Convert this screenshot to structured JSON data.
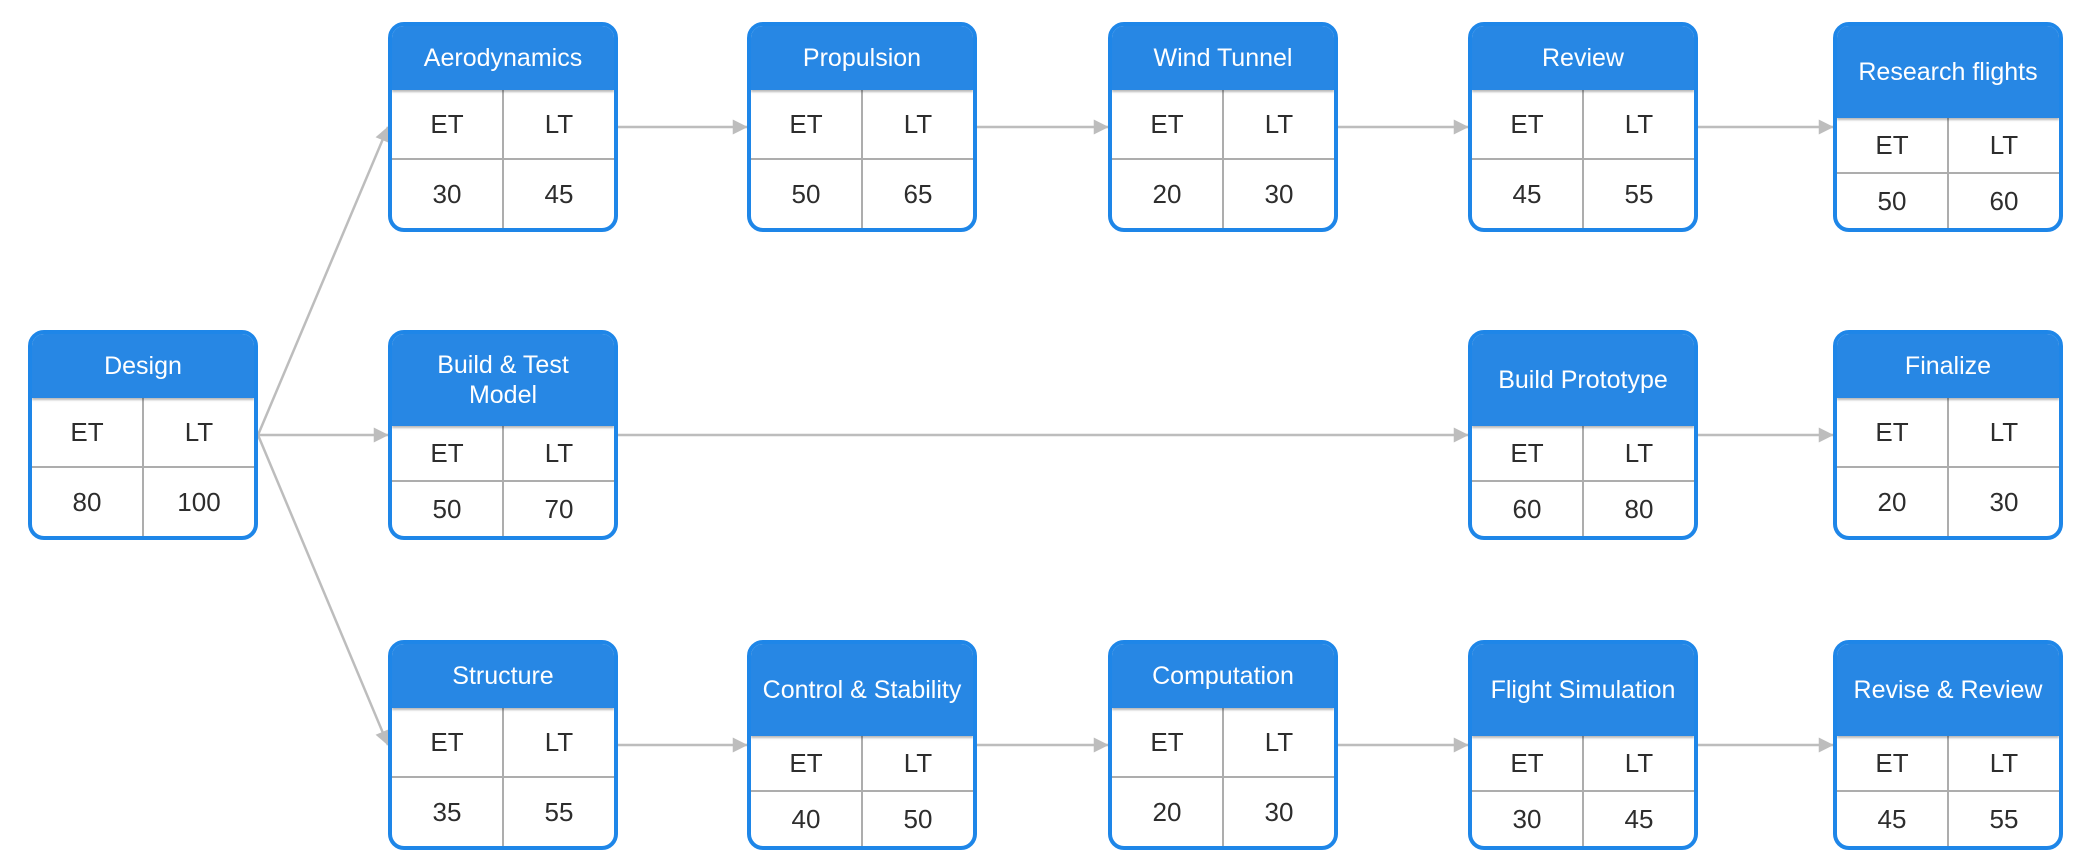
{
  "diagram": {
    "type": "pert-chart",
    "cell_headers": {
      "et": "ET",
      "lt": "LT"
    },
    "nodes": [
      {
        "id": "design",
        "title": "Design",
        "et": "80",
        "lt": "100"
      },
      {
        "id": "aerodynamics",
        "title": "Aerodynamics",
        "et": "30",
        "lt": "45"
      },
      {
        "id": "propulsion",
        "title": "Propulsion",
        "et": "50",
        "lt": "65"
      },
      {
        "id": "wind-tunnel",
        "title": "Wind Tunnel",
        "et": "20",
        "lt": "30"
      },
      {
        "id": "review",
        "title": "Review",
        "et": "45",
        "lt": "55"
      },
      {
        "id": "research-flights",
        "title": "Research flights",
        "et": "50",
        "lt": "60"
      },
      {
        "id": "build-test-model",
        "title": "Build & Test Model",
        "et": "50",
        "lt": "70"
      },
      {
        "id": "build-prototype",
        "title": "Build Prototype",
        "et": "60",
        "lt": "80"
      },
      {
        "id": "finalize",
        "title": "Finalize",
        "et": "20",
        "lt": "30"
      },
      {
        "id": "structure",
        "title": "Structure",
        "et": "35",
        "lt": "55"
      },
      {
        "id": "control-stability",
        "title": "Control & Stability",
        "et": "40",
        "lt": "50"
      },
      {
        "id": "computation",
        "title": "Computation",
        "et": "20",
        "lt": "30"
      },
      {
        "id": "flight-simulation",
        "title": "Flight Simulation",
        "et": "30",
        "lt": "45"
      },
      {
        "id": "revise-review",
        "title": "Revise & Review",
        "et": "45",
        "lt": "55"
      }
    ],
    "edges": [
      {
        "from": "design",
        "to": "aerodynamics"
      },
      {
        "from": "design",
        "to": "build-test-model"
      },
      {
        "from": "design",
        "to": "structure"
      },
      {
        "from": "aerodynamics",
        "to": "propulsion"
      },
      {
        "from": "propulsion",
        "to": "wind-tunnel"
      },
      {
        "from": "wind-tunnel",
        "to": "review"
      },
      {
        "from": "review",
        "to": "research-flights"
      },
      {
        "from": "build-test-model",
        "to": "build-prototype"
      },
      {
        "from": "build-prototype",
        "to": "finalize"
      },
      {
        "from": "structure",
        "to": "control-stability"
      },
      {
        "from": "control-stability",
        "to": "computation"
      },
      {
        "from": "computation",
        "to": "flight-simulation"
      },
      {
        "from": "flight-simulation",
        "to": "revise-review"
      }
    ],
    "theme": {
      "header_fill": "#2787E4",
      "node_border": "#1E86E8",
      "grid_line": "#ADADAD",
      "arrow": "#BDBDBD",
      "header_text": "#FFFFFF",
      "cell_text": "#2D2D2D",
      "background": "#FFFFFF"
    }
  }
}
